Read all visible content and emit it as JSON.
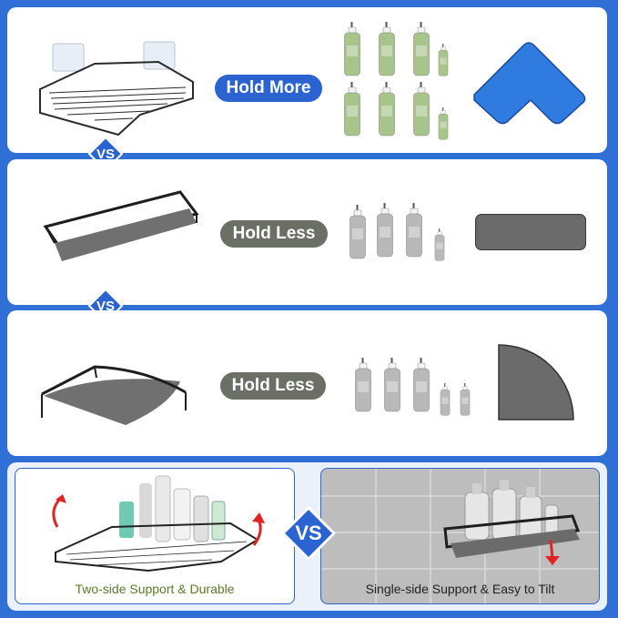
{
  "rows": [
    {
      "label": "Hold More",
      "style": "blue",
      "bottle_color": "#a7c48a"
    },
    {
      "label": "Hold Less",
      "style": "gray",
      "bottle_color": "#b8b8b8"
    },
    {
      "label": "Hold Less",
      "style": "gray",
      "bottle_color": "#b8b8b8"
    }
  ],
  "vs_label": "VS",
  "bottom": {
    "left_caption": "Two-side Support & Durable",
    "right_caption": "Single-side Support & Easy to Tilt",
    "vs_label": "VS"
  },
  "colors": {
    "accent": "#2b64d0",
    "shape_blue": "#2f7be0",
    "shape_gray": "#6b6b6b",
    "caption_left": "#5c7a2a"
  }
}
